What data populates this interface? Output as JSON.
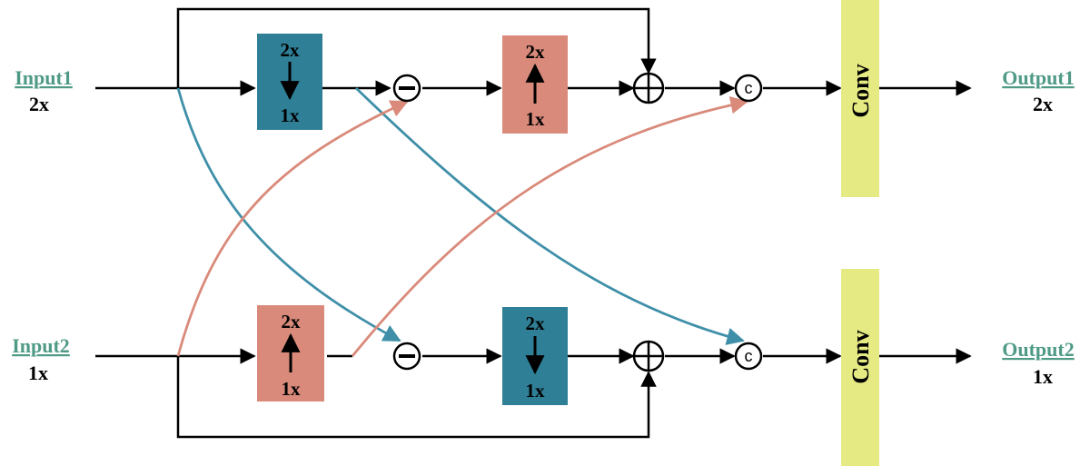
{
  "inputs": {
    "input1": {
      "name": "Input1",
      "scale": "2x"
    },
    "input2": {
      "name": "Input2",
      "scale": "1x"
    }
  },
  "outputs": {
    "output1": {
      "name": "Output1",
      "scale": "2x"
    },
    "output2": {
      "name": "Output2",
      "scale": "1x"
    }
  },
  "blocks": {
    "down_top": {
      "from": "2x",
      "to": "1x",
      "direction": "down",
      "color": "#2f7f96"
    },
    "up_top": {
      "from": "2x",
      "to": "1x",
      "direction": "up",
      "color": "#d98a7a"
    },
    "up_bottom": {
      "from": "2x",
      "to": "1x",
      "direction": "up",
      "color": "#d98a7a"
    },
    "down_bottom": {
      "from": "2x",
      "to": "1x",
      "direction": "down",
      "color": "#2f7f96"
    }
  },
  "conv": {
    "label": "Conv",
    "color": "#e6ea82"
  },
  "concat_symbol": "c",
  "colors": {
    "teal_connector": "#3f8fa8",
    "salmon_connector": "#d98a7a",
    "label_link": "#4f9a86"
  }
}
